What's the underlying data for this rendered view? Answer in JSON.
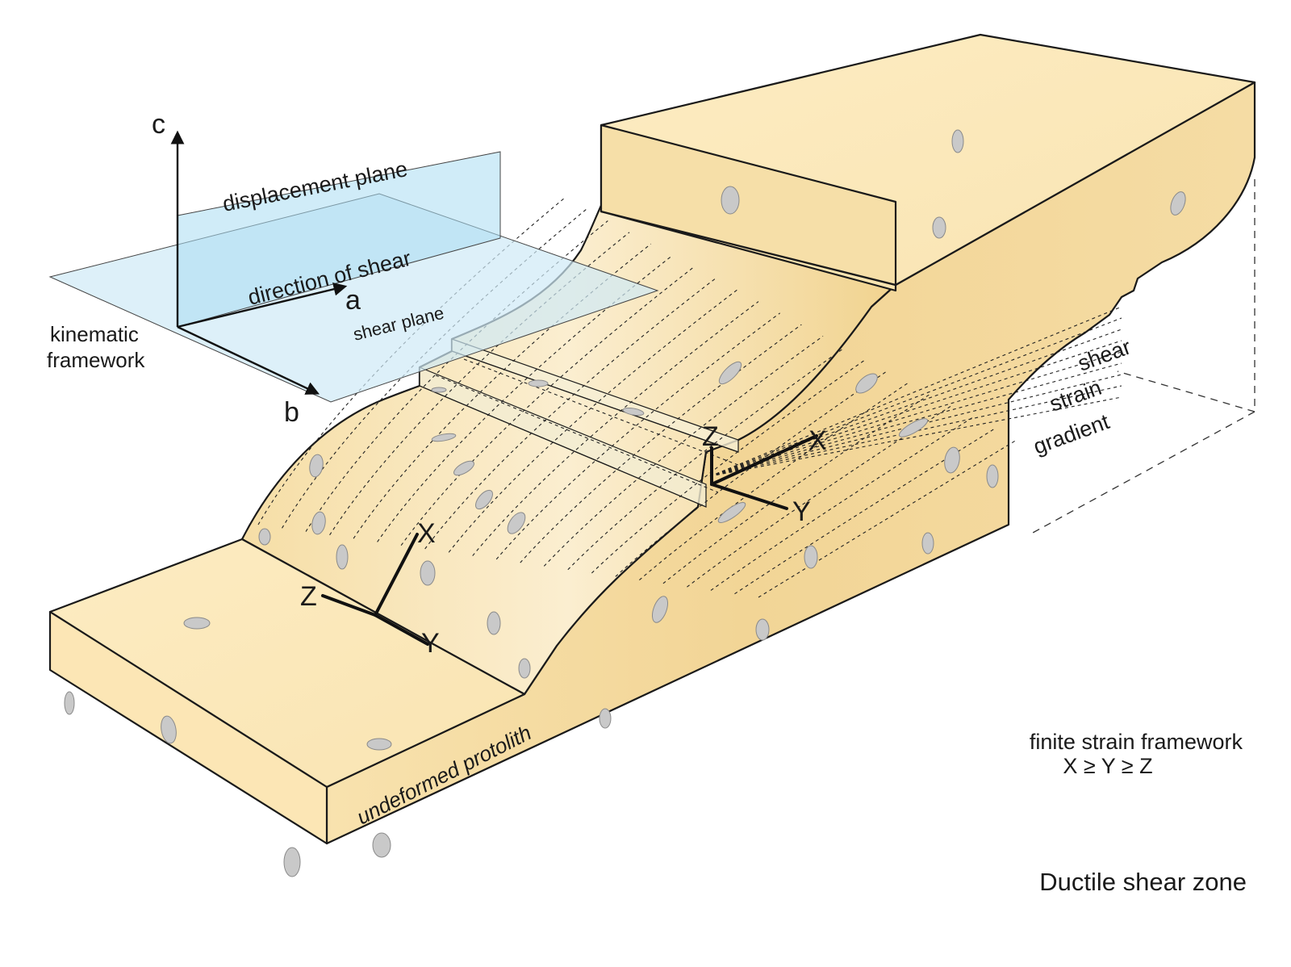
{
  "figure": {
    "caption": "Ductile shear zone",
    "finite_strain_title": "finite strain framework",
    "finite_strain_relation": "X ≥ Y ≥ Z"
  },
  "kinematic": {
    "label_line1": "kinematic",
    "label_line2": "framework",
    "axis_c": "c",
    "axis_a": "a",
    "axis_b": "b",
    "displacement_plane": "displacement  plane",
    "direction_of_shear": "direction of shear",
    "shear_plane": "shear plane"
  },
  "strain_axes_lower": {
    "x": "X",
    "y": "Y",
    "z": "Z"
  },
  "strain_axes_upper": {
    "x": "X",
    "y": "Y",
    "z": "Z"
  },
  "gradient": {
    "line1": "shear",
    "line2": "strain",
    "line3": "gradient"
  },
  "protolith": "undeformed protolith",
  "colors": {
    "rock_light": "#fdebc0",
    "rock_mid": "#f5dca4",
    "rock_dark": "#eed190",
    "plane_blue": "#cfeaf7",
    "plane_blue_dark": "#a9dcf2",
    "clast": "#c9c9c9"
  }
}
